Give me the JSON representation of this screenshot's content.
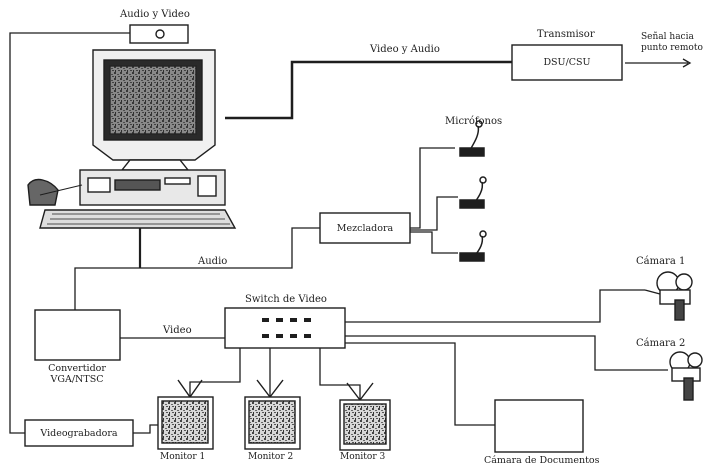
{
  "labels": {
    "audio_video_top": "Audio y Video",
    "video_audio_link": "Video y Audio",
    "transmitter_title": "Transmisor",
    "transmitter_box": "DSU/CSU",
    "signal_line1": "Señal hacia",
    "signal_line2": "punto remoto",
    "microphones": "Micrófonos",
    "mixer": "Mezcladora",
    "audio_link": "Audio",
    "camera1": "Cámara 1",
    "camera2": "Cámara 2",
    "video_switch": "Switch de Video",
    "video_link": "Video",
    "converter_line1": "Convertidor",
    "converter_line2": "VGA/NTSC",
    "vcr": "Videograbadora",
    "monitor1": "Monitor 1",
    "monitor2": "Monitor 2",
    "monitor3": "Monitor 3",
    "doc_camera": "Cámara de Documentos"
  },
  "colors": {
    "ink": "#1e1e1e",
    "screen": "#2a2a2a",
    "background": "#ffffff"
  }
}
